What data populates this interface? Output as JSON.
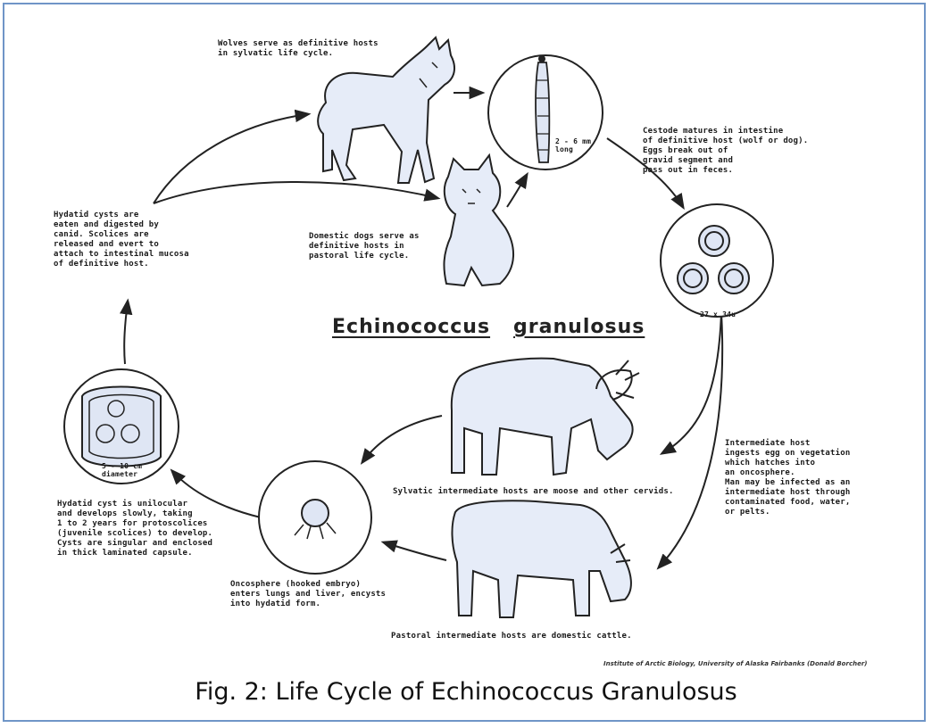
{
  "diagram": {
    "title_part1": "Echinococcus",
    "title_part2": "granulosus",
    "caption": "Fig. 2: Life Cycle of Echinococcus Granulosus",
    "credit": "Institute of Arctic Biology, University of Alaska Fairbanks (Donald Borcher)",
    "labels": {
      "wolves": "Wolves serve as definitive hosts\nin sylvatic life cycle.",
      "tapeworm_size": "2 - 6 mm\nlong",
      "cestode": "Cestode matures in intestine\nof definitive host (wolf or dog).\nEggs break out of\ngravid segment and\npass out in feces.",
      "egg_size": "27 x 34u",
      "dogs": "Domestic dogs serve as\ndefinitive hosts in\npastoral life cycle.",
      "hydatid_eaten": "Hydatid cysts are\neaten and digested by\ncanid. Scolices are\nreleased and evert to\nattach to intestinal mucosa\nof definitive host.",
      "cyst_size": "5 - 10 cm\ndiameter",
      "intermediate": "Intermediate host\ningests egg on vegetation\nwhich hatches into\nan oncosphere.\nMan may be infected as an\nintermediate host through\ncontaminated food, water,\nor pelts.",
      "sylvatic": "Sylvatic intermediate hosts are moose and other cervids.",
      "hydatid_cyst": "Hydatid cyst is unilocular\nand develops slowly, taking\n1 to 2 years for protoscolices\n(juvenile scolices) to develop.\nCysts are singular and enclosed\nin thick laminated capsule.",
      "oncosphere": "Oncosphere (hooked embryo)\nenters lungs and liver, encysts\ninto hydatid form.",
      "pastoral": "Pastoral intermediate hosts are domestic cattle."
    }
  }
}
